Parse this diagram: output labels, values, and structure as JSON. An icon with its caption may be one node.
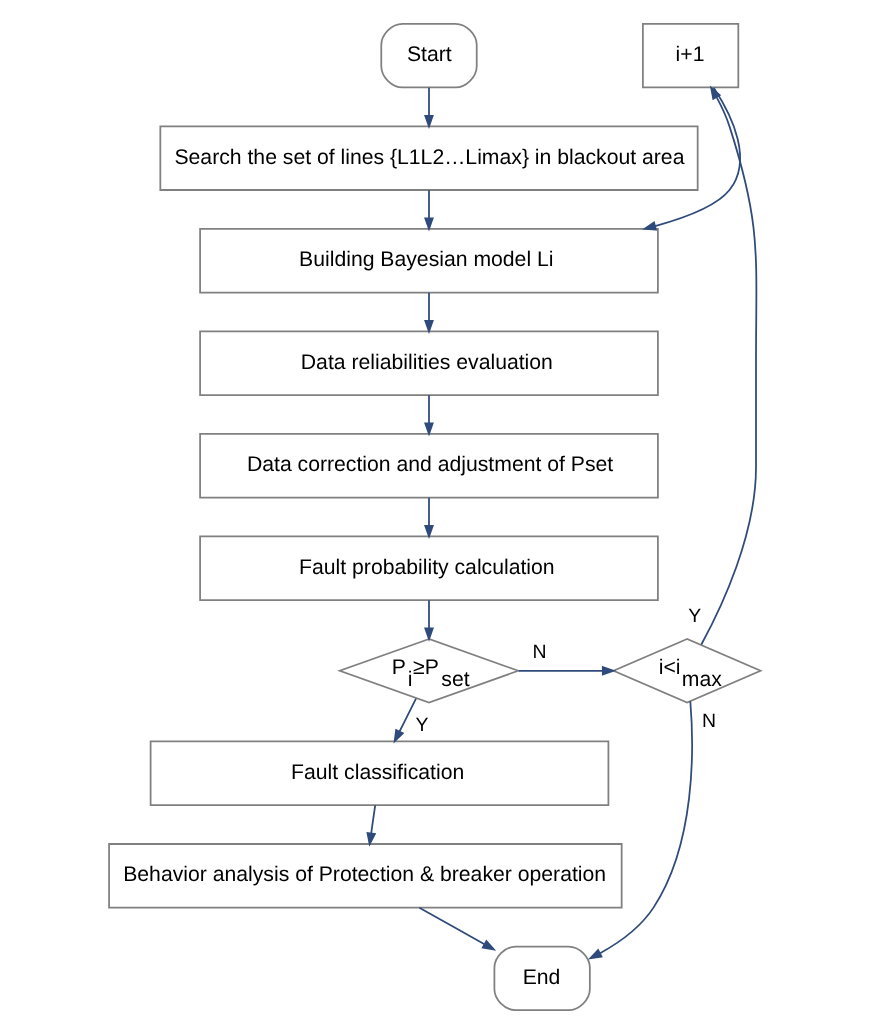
{
  "diagram": {
    "nodes": [
      {
        "text": [
          "Start"
        ]
      },
      {
        "text": [
          "Search the set of lines {L1L2…Limax} in blackout area"
        ]
      },
      {
        "text": [
          "Building Bayesian model Li"
        ]
      },
      {
        "text": [
          "Data reliabilities evaluation"
        ]
      },
      {
        "text": [
          "Data correction and adjustment of Pset"
        ]
      },
      {
        "text": [
          "Fault probability calculation"
        ]
      },
      {
        "text": [
          "P$_{i}$≥P$_{set}$"
        ]
      },
      {
        "text": [
          "Fault classification"
        ]
      },
      {
        "text": [
          "Behavior analysis of Protection & breaker operation"
        ]
      },
      {
        "text": [
          "End"
        ]
      },
      {
        "text": [
          "i<i$_{max}$"
        ]
      },
      {
        "text": [
          "i+1"
        ]
      }
    ],
    "edges": [
      {
        "from": 0,
        "to": 1,
        "arrow": "to"
      },
      {
        "from": 1,
        "to": 2,
        "arrow": "to"
      },
      {
        "from": 2,
        "to": 3,
        "arrow": "to"
      },
      {
        "from": 3,
        "to": 4,
        "arrow": "to"
      },
      {
        "from": 4,
        "to": 5,
        "arrow": "to"
      },
      {
        "from": 5,
        "to": 6,
        "arrow": "to"
      },
      {
        "from": 6,
        "to": 7,
        "arrow": "to",
        "label": "Y"
      },
      {
        "from": 7,
        "to": 8,
        "arrow": "to"
      },
      {
        "from": 8,
        "to": 9,
        "arrow": "to"
      },
      {
        "from": 6,
        "to": 10,
        "arrow": "to",
        "label": "N"
      },
      {
        "from": 10,
        "to": 11,
        "arrow": "to",
        "label": "Y"
      },
      {
        "from": 11,
        "to": 2,
        "arrow": "to"
      },
      {
        "from": 10,
        "to": 9,
        "arrow": "to",
        "label": "N"
      }
    ]
  }
}
